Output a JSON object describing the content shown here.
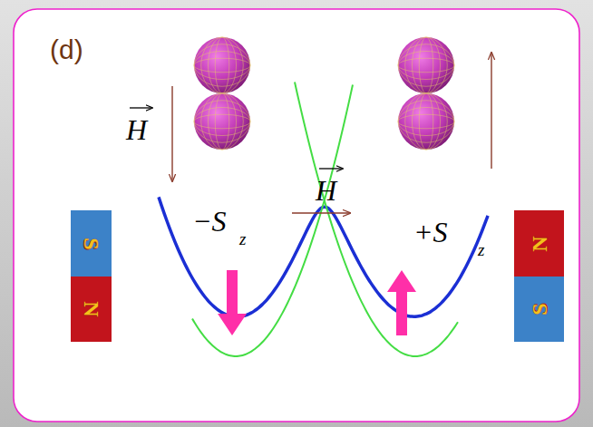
{
  "diagram": {
    "nodes": [
      {
        "text": [
          "S"
        ]
      },
      {
        "text": [
          "N"
        ]
      },
      {
        "text": [
          "N"
        ]
      },
      {
        "text": [
          "S"
        ]
      }
    ],
    "labels": [
      "(d)",
      "H",
      "−S",
      "z",
      "H",
      "+S",
      "z"
    ]
  }
}
